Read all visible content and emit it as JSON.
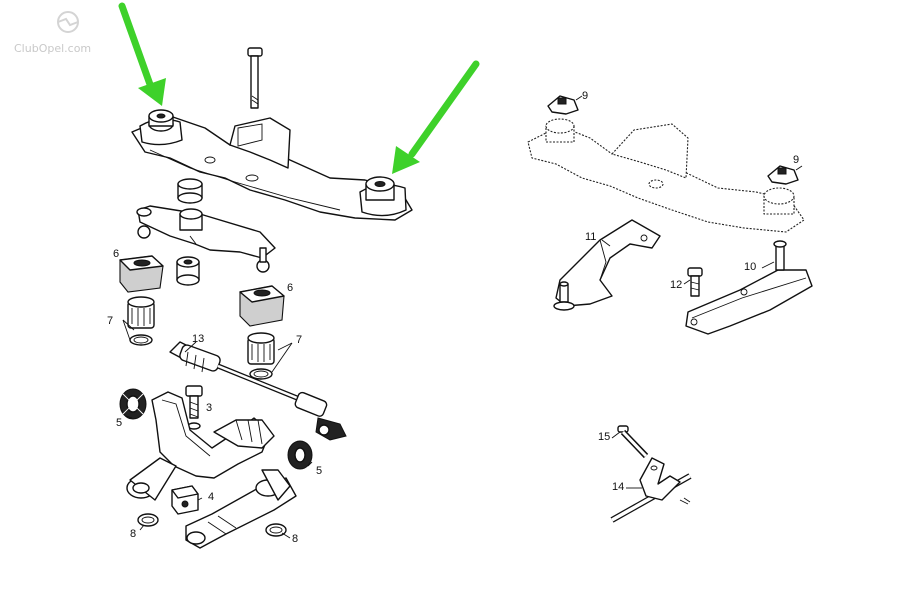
{
  "watermark": {
    "text": "ClubOpel.com",
    "logo": "opel-logo-icon"
  },
  "highlight_color": "#3ed12a",
  "callouts": [
    {
      "id": "c6a",
      "label": "6"
    },
    {
      "id": "c6b",
      "label": "6"
    },
    {
      "id": "c7a",
      "label": "7"
    },
    {
      "id": "c7b",
      "label": "7"
    },
    {
      "id": "c13",
      "label": "13"
    },
    {
      "id": "c3",
      "label": "3"
    },
    {
      "id": "c5a",
      "label": "5"
    },
    {
      "id": "c5b",
      "label": "5"
    },
    {
      "id": "c4",
      "label": "4"
    },
    {
      "id": "c8a",
      "label": "8"
    },
    {
      "id": "c8b",
      "label": "8"
    },
    {
      "id": "c9a",
      "label": "9"
    },
    {
      "id": "c9b",
      "label": "9"
    },
    {
      "id": "c11",
      "label": "11"
    },
    {
      "id": "c10",
      "label": "10"
    },
    {
      "id": "c12",
      "label": "12"
    },
    {
      "id": "c15",
      "label": "15"
    },
    {
      "id": "c14",
      "label": "14"
    }
  ]
}
